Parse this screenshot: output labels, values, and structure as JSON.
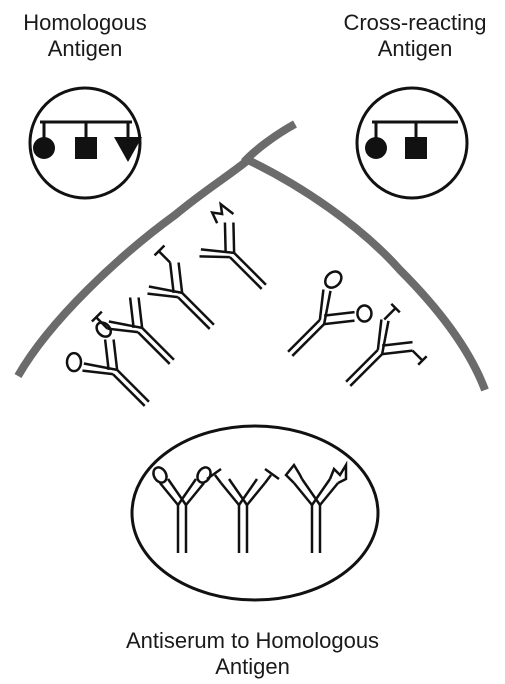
{
  "labels": {
    "homologous_antigen": [
      "Homologous",
      "Antigen"
    ],
    "cross_reacting_antigen": [
      "Cross-reacting",
      "Antigen"
    ],
    "antiserum": [
      "Antiserum to Homologous",
      "Antigen"
    ]
  },
  "colors": {
    "stroke": "#111111",
    "barrier": "#6b6b6b",
    "background": "#ffffff"
  }
}
